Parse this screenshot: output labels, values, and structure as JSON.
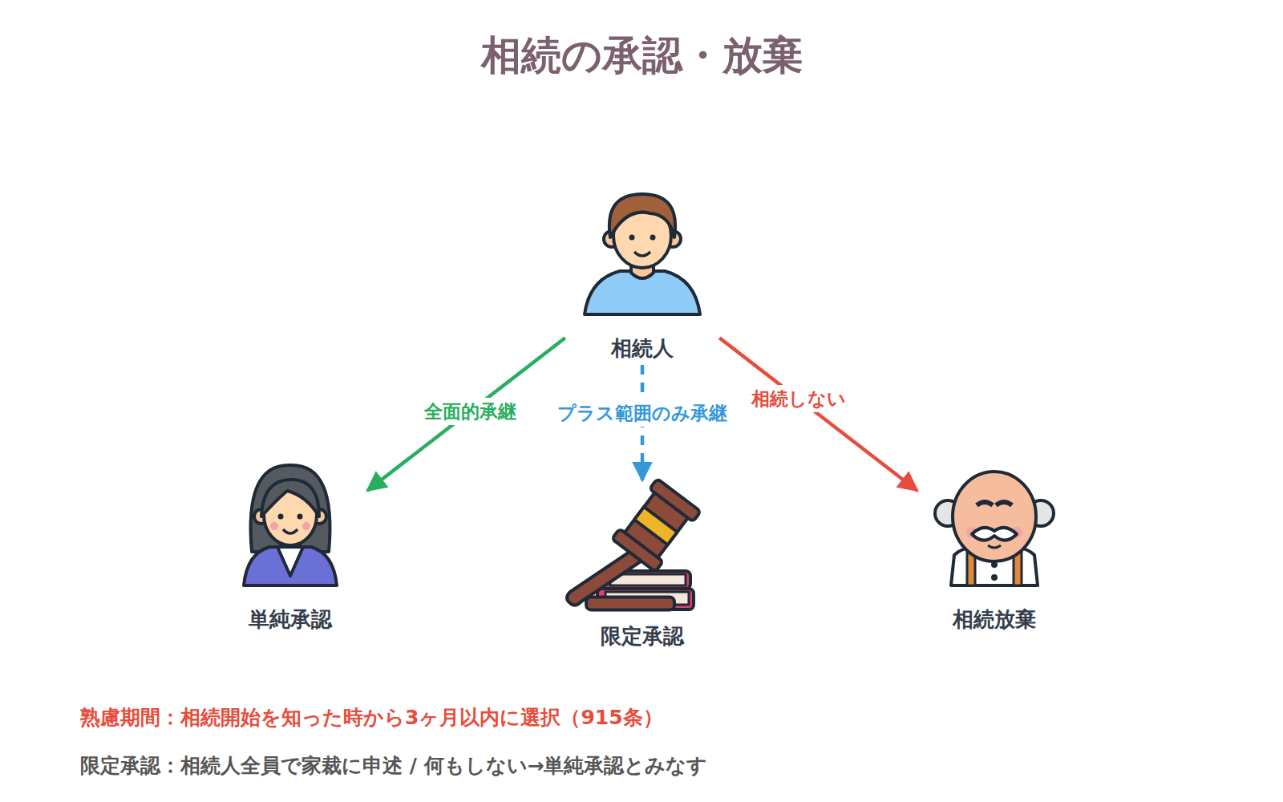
{
  "diagram": {
    "title": "相続の承認・放棄",
    "nodes": [
      {
        "text": [
          "相続人"
        ]
      },
      {
        "text": [
          "単純承認"
        ]
      },
      {
        "text": [
          "限定承認"
        ]
      },
      {
        "text": [
          "相続放棄"
        ]
      }
    ],
    "edges": [
      {
        "from": 0,
        "to": 1,
        "label": "全面的承継",
        "arrow": "to"
      },
      {
        "from": 0,
        "to": 2,
        "label": "プラス範囲のみ承継",
        "arrow": "to"
      },
      {
        "from": 0,
        "to": 3,
        "label": "相続しない",
        "arrow": "to"
      }
    ],
    "labels": [
      "熟慮期間：相続開始を知った時から3ヶ月以内に選択（915条）",
      "限定承認：相続人全員で家裁に申述 / 何もしない→単純承認とみなす"
    ]
  }
}
